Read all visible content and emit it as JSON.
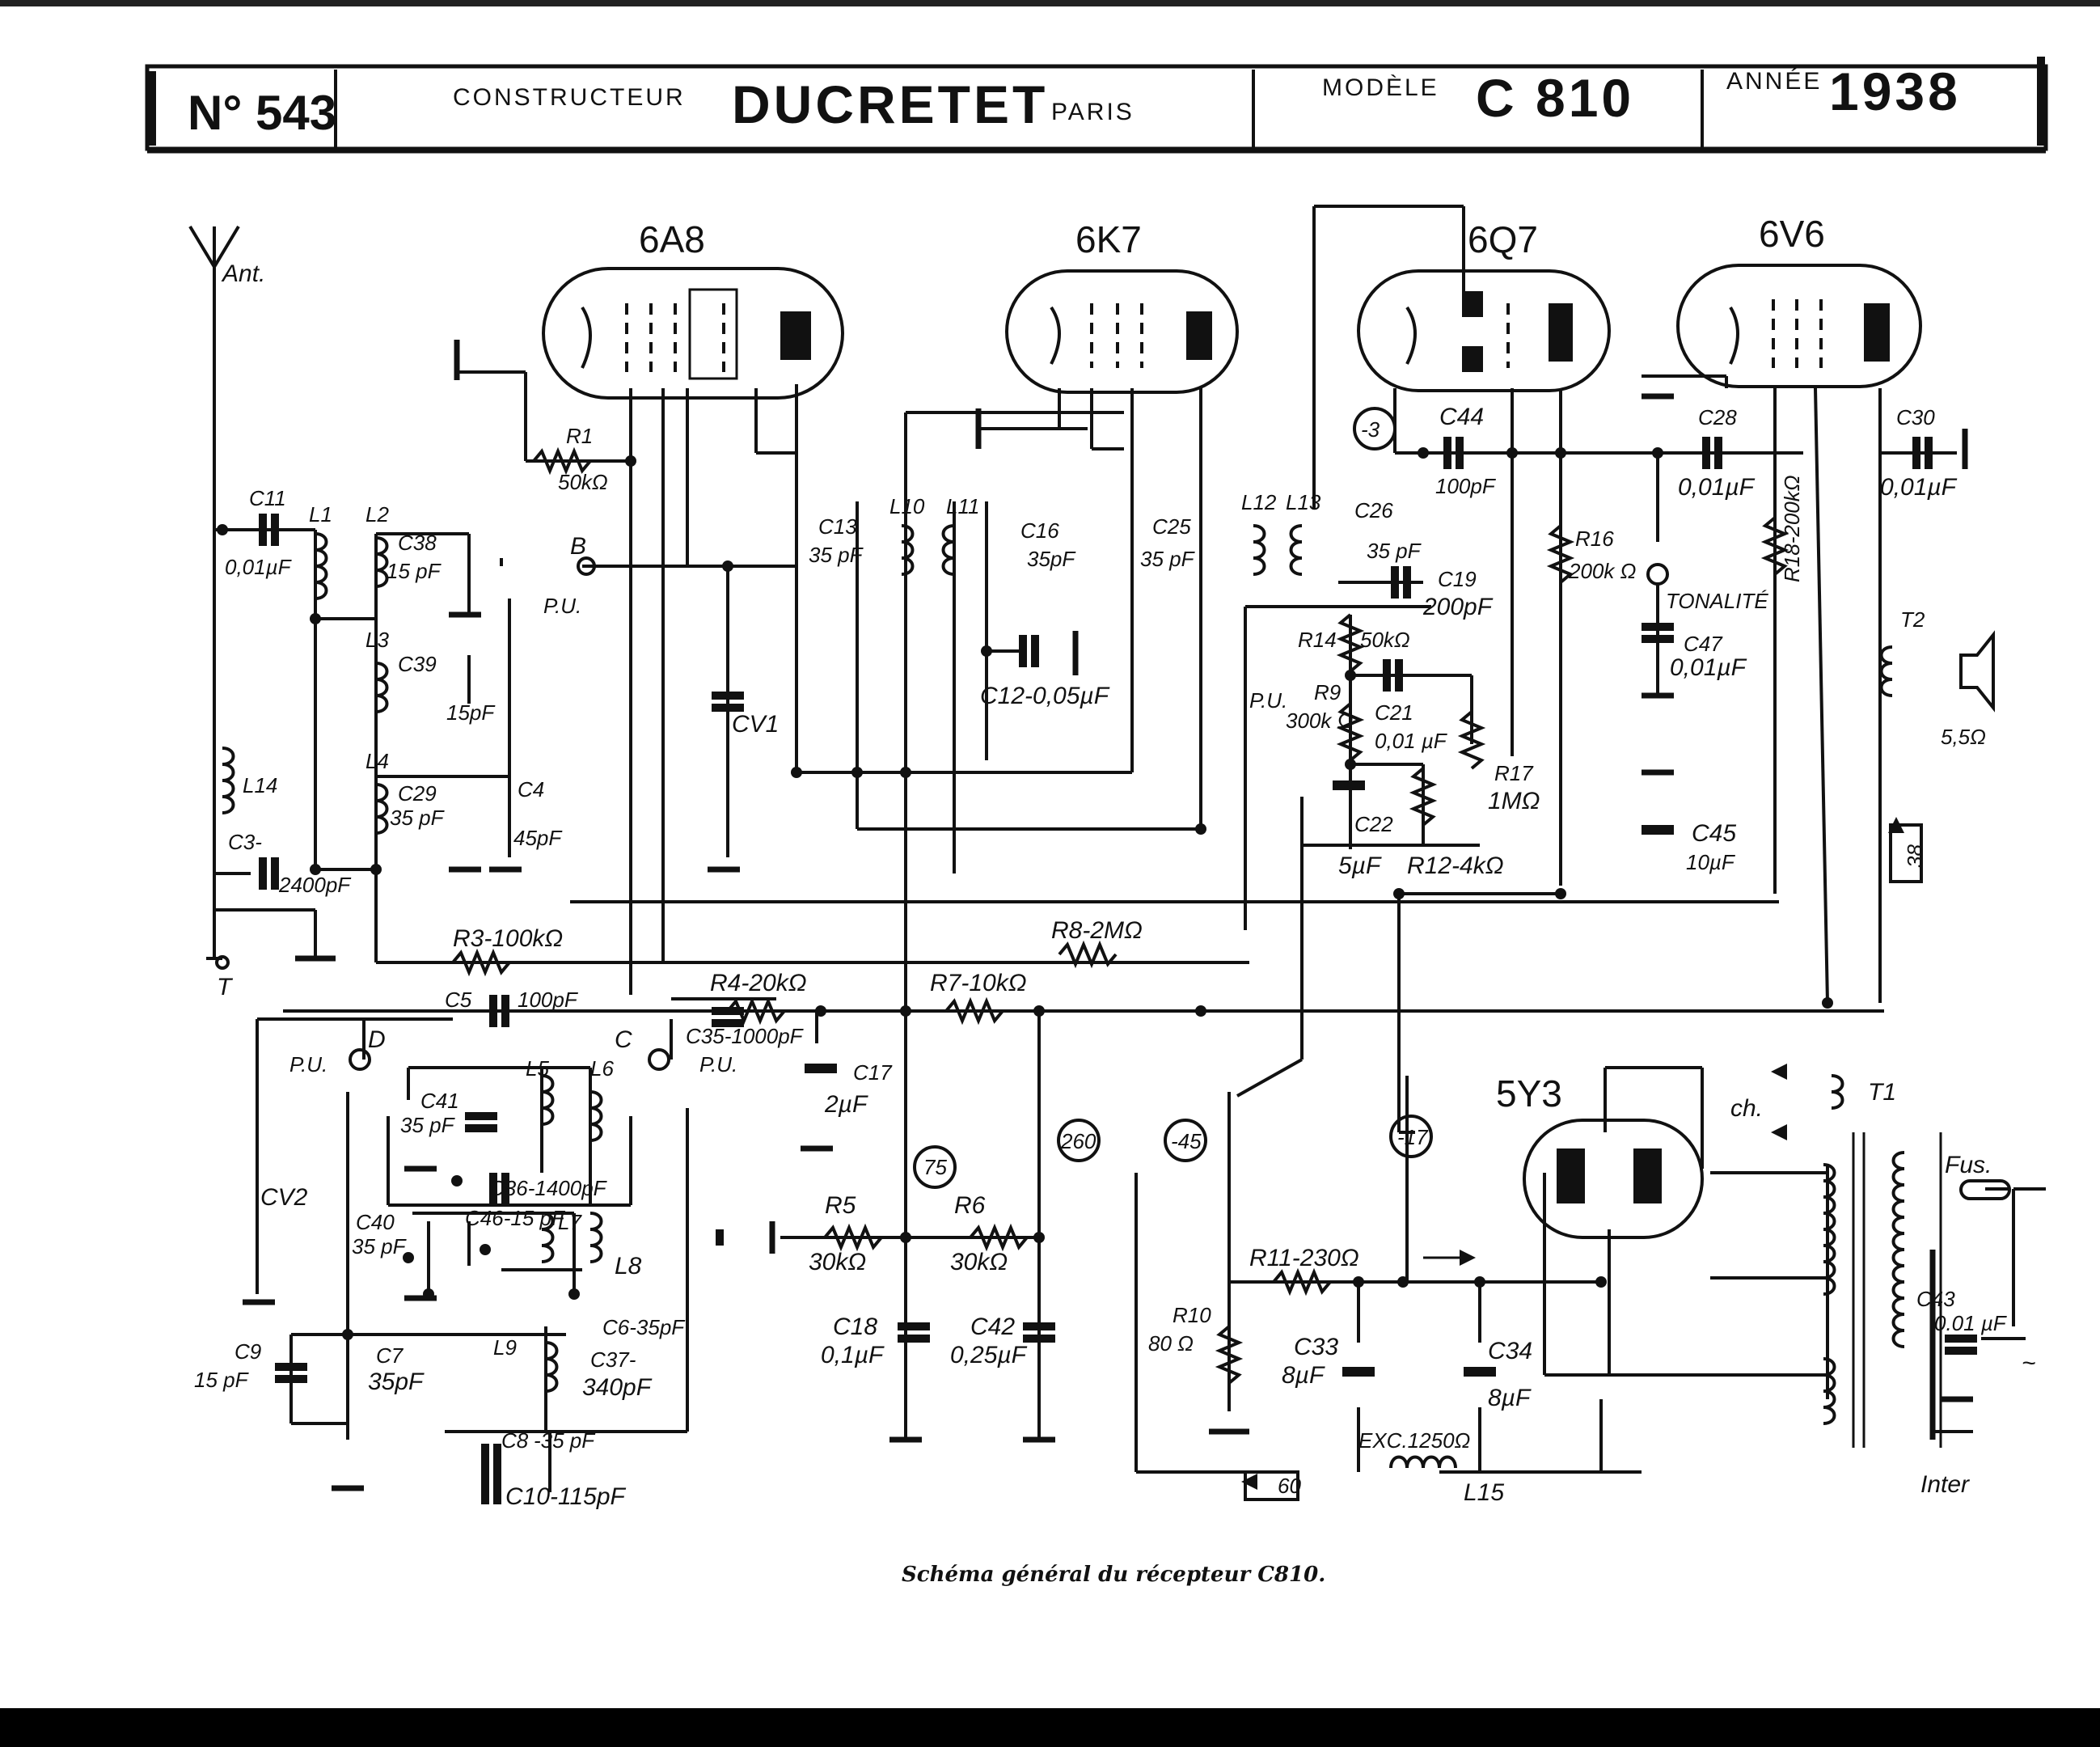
{
  "header": {
    "number": "N° 543",
    "constructeur_label": "CONSTRUCTEUR",
    "constructeur": "DUCRETET",
    "city": "PARIS",
    "modele_label": "MODÈLE",
    "modele": "C 810",
    "annee_label": "ANNÉE",
    "annee": "1938"
  },
  "tubes": [
    "6A8",
    "6K7",
    "6Q7",
    "6V6",
    "5Y3"
  ],
  "labels": {
    "antenna": "Ant.",
    "earth": "T",
    "c11": "C11",
    "c11_val": "0,01µF",
    "l1": "L1",
    "l2": "L2",
    "l3": "L3",
    "l4": "L4",
    "c38": "C38",
    "c38_val": "15 pF",
    "c39": "C39",
    "c39_val": "15pF",
    "c29": "C29",
    "c29_val": "35 pF",
    "c4": "C4",
    "c4_val": "45pF",
    "l14": "L14",
    "c3": "C3-",
    "c3_val": "2400pF",
    "r1": "R1",
    "r1_val": "50kΩ",
    "b": "B",
    "pu": "P.U.",
    "cv1": "CV1",
    "c13": "C13",
    "c13_val": "35 pF",
    "l10": "L10",
    "l11": "L11",
    "c16": "C16",
    "c16_val": "35pF",
    "c12": "C12-0,05µF",
    "c25": "C25",
    "c25_val": "35 pF",
    "l12": "L12",
    "l13": "L13",
    "c26": "C26",
    "c26_val": "35 pF",
    "c19": "C19",
    "c19_val": "200pF",
    "c44": "C44",
    "c44_val": "100pF",
    "v_m3": "-3",
    "r14": "R14",
    "r14_val": "50kΩ",
    "r9": "R9",
    "r9_val": "300k Ω",
    "c21": "C21",
    "c21_val": "0,01 µF",
    "c22": "C22",
    "c22_val": "5µF",
    "r12": "R12-4kΩ",
    "r17": "R17",
    "r17_val": "1MΩ",
    "r16": "R16",
    "r16_val": "200k Ω",
    "tonalite": "TONALITÉ",
    "c47": "C47",
    "c47_val": "0,01µF",
    "c45": "C45",
    "c45_val": "10µF",
    "c28": "C28",
    "c28_val": "0,01µF",
    "r18": "R18-200kΩ",
    "c30": "C30",
    "c30_val": "0,01µF",
    "t2": "T2",
    "spk": "5,5Ω",
    "ref38": "38",
    "r3": "R3-100kΩ",
    "r8": "R8-2MΩ",
    "c5": "C5",
    "c5_val": "100pF",
    "r4": "R4-20kΩ",
    "r7": "R7-10kΩ",
    "c35": "C35-1000pF",
    "c17": "C17",
    "c17_val": "2µF",
    "d": "D",
    "c": "C",
    "cv2": "CV2",
    "c41": "C41",
    "c41_val": "35 pF",
    "l5": "L5",
    "l6": "L6",
    "c36": "C36-1400pF",
    "c40": "C40",
    "c40_val": "35 pF",
    "c46": "C46-15 pF",
    "l7": "L7",
    "l8": "L8",
    "c6": "C6-35pF",
    "c37": "C37-",
    "c37_val": "340pF",
    "c9": "C9",
    "c9_val": "15 pF",
    "c7": "C7",
    "c7_val": "35pF",
    "l9": "L9",
    "c8": "C8",
    "c8_val": "-35 pF",
    "c10": "C10-115pF",
    "v75": "75",
    "v260": "260",
    "vm45": "-45",
    "vm17": "-17",
    "r5": "R5",
    "r5_val": "30kΩ",
    "r6": "R6",
    "r6_val": "30kΩ",
    "c18": "C18",
    "c18_val": "0,1µF",
    "c42": "C42",
    "c42_val": "0,25µF",
    "r10": "R10",
    "r10_val": "80 Ω",
    "r11": "R11-230Ω",
    "c33": "C33",
    "c33_val": "8µF",
    "c34": "C34",
    "c34_val": "8µF",
    "exc": "EXC.1250Ω",
    "l15": "L15",
    "ref60": "60",
    "ch": "ch.",
    "t1": "T1",
    "fus": "Fus.",
    "c43": "C43",
    "c43_val": "0.01 µF",
    "inter": "Inter",
    "ac": "~"
  },
  "caption": "Schéma général du récepteur C810."
}
